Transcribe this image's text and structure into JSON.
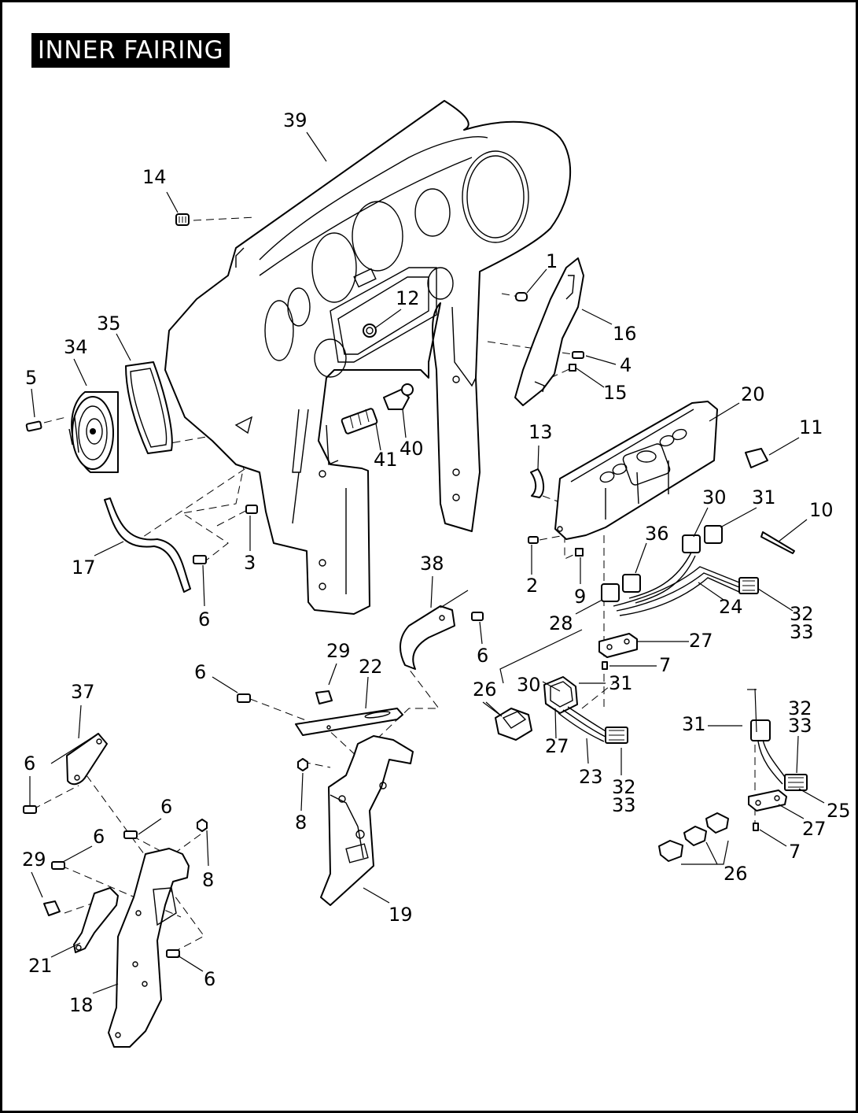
{
  "title": "INNER FAIRING",
  "callouts": [
    {
      "id": "c39",
      "text": "39"
    },
    {
      "id": "c14",
      "text": "14"
    },
    {
      "id": "c1",
      "text": "1"
    },
    {
      "id": "c12",
      "text": "12"
    },
    {
      "id": "c16",
      "text": "16"
    },
    {
      "id": "c4",
      "text": "4"
    },
    {
      "id": "c15",
      "text": "15"
    },
    {
      "id": "c35",
      "text": "35"
    },
    {
      "id": "c34",
      "text": "34"
    },
    {
      "id": "c5",
      "text": "5"
    },
    {
      "id": "c20",
      "text": "20"
    },
    {
      "id": "c11",
      "text": "11"
    },
    {
      "id": "c13",
      "text": "13"
    },
    {
      "id": "c41",
      "text": "41"
    },
    {
      "id": "c40",
      "text": "40"
    },
    {
      "id": "c30a",
      "text": "30"
    },
    {
      "id": "c31a",
      "text": "31"
    },
    {
      "id": "c10",
      "text": "10"
    },
    {
      "id": "c36",
      "text": "36"
    },
    {
      "id": "c17",
      "text": "17"
    },
    {
      "id": "c3",
      "text": "3"
    },
    {
      "id": "c2",
      "text": "2"
    },
    {
      "id": "c9",
      "text": "9"
    },
    {
      "id": "c24",
      "text": "24"
    },
    {
      "id": "c32a",
      "text": "32"
    },
    {
      "id": "c33a",
      "text": "33"
    },
    {
      "id": "c6a",
      "text": "6"
    },
    {
      "id": "c38",
      "text": "38"
    },
    {
      "id": "c28",
      "text": "28"
    },
    {
      "id": "c27a",
      "text": "27"
    },
    {
      "id": "c6b",
      "text": "6"
    },
    {
      "id": "c7a",
      "text": "7"
    },
    {
      "id": "c29a",
      "text": "29"
    },
    {
      "id": "c22",
      "text": "22"
    },
    {
      "id": "c6c",
      "text": "6"
    },
    {
      "id": "c37",
      "text": "37"
    },
    {
      "id": "c26a",
      "text": "26"
    },
    {
      "id": "c30b",
      "text": "30"
    },
    {
      "id": "c31b",
      "text": "31"
    },
    {
      "id": "c32b",
      "text": "32"
    },
    {
      "id": "c33b",
      "text": "33"
    },
    {
      "id": "c31c",
      "text": "31"
    },
    {
      "id": "c27b",
      "text": "27"
    },
    {
      "id": "c6d",
      "text": "6"
    },
    {
      "id": "c23",
      "text": "23"
    },
    {
      "id": "c32c",
      "text": "32"
    },
    {
      "id": "c33c",
      "text": "33"
    },
    {
      "id": "c8a",
      "text": "8"
    },
    {
      "id": "c6e",
      "text": "6"
    },
    {
      "id": "c25",
      "text": "25"
    },
    {
      "id": "c6f",
      "text": "6"
    },
    {
      "id": "c29b",
      "text": "29"
    },
    {
      "id": "c8b",
      "text": "8"
    },
    {
      "id": "c27c",
      "text": "27"
    },
    {
      "id": "c7b",
      "text": "7"
    },
    {
      "id": "c26b",
      "text": "26"
    },
    {
      "id": "c19",
      "text": "19"
    },
    {
      "id": "c21",
      "text": "21"
    },
    {
      "id": "c6g",
      "text": "6"
    },
    {
      "id": "c18",
      "text": "18"
    }
  ]
}
